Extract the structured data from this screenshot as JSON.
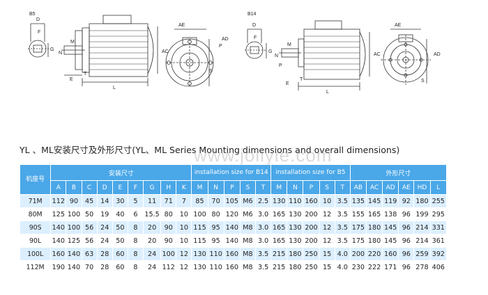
{
  "drawings": {
    "left_label": "B5",
    "right_label": "B14",
    "dim_labels_left": [
      "D",
      "F",
      "G",
      "E",
      "T",
      "N",
      "M",
      "P",
      "L",
      "AE",
      "AC",
      "S",
      "AD"
    ],
    "dim_labels_right": [
      "D",
      "F",
      "G",
      "E",
      "T",
      "N",
      "M",
      "P",
      "L",
      "AE",
      "AC",
      "S",
      "AD"
    ]
  },
  "title": "YL 、ML安装尺寸及外形尺寸(YL、ML Series Mounting dimensions and overall dimensions)",
  "watermark": "www.jollyie.com",
  "table": {
    "model_header": "机座号",
    "group_headers": [
      "安装尺寸",
      "installation size for B14",
      "installation size for B5",
      "外形尺寸"
    ],
    "columns": [
      "A",
      "B",
      "C",
      "D",
      "E",
      "F",
      "G",
      "H",
      "K",
      "M",
      "N",
      "P",
      "S",
      "T",
      "M",
      "N",
      "P",
      "S",
      "T",
      "AB",
      "AC",
      "AD",
      "AE",
      "HD",
      "L"
    ],
    "rows": [
      [
        "71M",
        "112",
        "90",
        "45",
        "14",
        "30",
        "5",
        "11",
        "71",
        "7",
        "85",
        "70",
        "105",
        "M6",
        "2.5",
        "130",
        "110",
        "160",
        "10",
        "3.5",
        "135",
        "145",
        "119",
        "92",
        "180",
        "255"
      ],
      [
        "80M",
        "125",
        "100",
        "50",
        "19",
        "40",
        "6",
        "15.5",
        "80",
        "10",
        "100",
        "80",
        "120",
        "M6",
        "3.0",
        "165",
        "130",
        "200",
        "12",
        "3.5",
        "155",
        "165",
        "138",
        "96",
        "199",
        "295"
      ],
      [
        "90S",
        "140",
        "100",
        "56",
        "24",
        "50",
        "8",
        "20",
        "90",
        "10",
        "115",
        "95",
        "140",
        "M8",
        "3.0",
        "165",
        "130",
        "200",
        "12",
        "3.5",
        "175",
        "180",
        "145",
        "96",
        "214",
        "331"
      ],
      [
        "90L",
        "140",
        "125",
        "56",
        "24",
        "50",
        "8",
        "20",
        "90",
        "10",
        "115",
        "95",
        "140",
        "M8",
        "3.0",
        "165",
        "130",
        "200",
        "12",
        "3.5",
        "175",
        "180",
        "145",
        "96",
        "214",
        "361"
      ],
      [
        "100L",
        "160",
        "140",
        "63",
        "28",
        "60",
        "8",
        "24",
        "100",
        "12",
        "130",
        "110",
        "160",
        "M8",
        "3.5",
        "215",
        "180",
        "250",
        "15",
        "4.0",
        "200",
        "220",
        "160",
        "96",
        "259",
        "392"
      ],
      [
        "112M",
        "190",
        "140",
        "70",
        "28",
        "60",
        "8",
        "24",
        "112",
        "12",
        "130",
        "110",
        "160",
        "M8",
        "3.5",
        "215",
        "180",
        "250",
        "15",
        "4.0",
        "230",
        "222",
        "171",
        "96",
        "278",
        "406"
      ]
    ]
  }
}
